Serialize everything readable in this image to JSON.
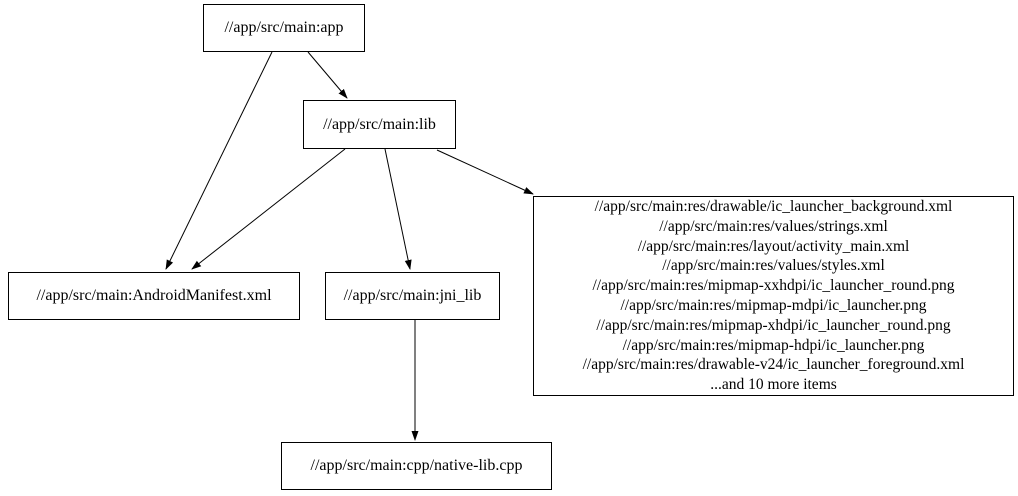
{
  "diagram": {
    "type": "dependency-graph",
    "background_color": "#ffffff",
    "node_fill_color": "#ffffff",
    "node_border_color": "#000000",
    "edge_color": "#000000",
    "text_color": "#000000"
  },
  "nodes": {
    "app": {
      "label": "//app/src/main:app"
    },
    "lib": {
      "label": "//app/src/main:lib"
    },
    "android_manifest": {
      "label": "//app/src/main:AndroidManifest.xml"
    },
    "jni_lib": {
      "label": "//app/src/main:jni_lib"
    },
    "res_group": {
      "lines": [
        "//app/src/main:res/drawable/ic_launcher_background.xml",
        "//app/src/main:res/values/strings.xml",
        "//app/src/main:res/layout/activity_main.xml",
        "//app/src/main:res/values/styles.xml",
        "//app/src/main:res/mipmap-xxhdpi/ic_launcher_round.png",
        "//app/src/main:res/mipmap-mdpi/ic_launcher.png",
        "//app/src/main:res/mipmap-xhdpi/ic_launcher_round.png",
        "//app/src/main:res/mipmap-hdpi/ic_launcher.png",
        "//app/src/main:res/drawable-v24/ic_launcher_foreground.xml",
        "...and 10 more items"
      ]
    },
    "native_lib": {
      "label": "//app/src/main:cpp/native-lib.cpp"
    }
  },
  "edges": [
    {
      "from": "app",
      "to": "lib"
    },
    {
      "from": "app",
      "to": "android_manifest"
    },
    {
      "from": "lib",
      "to": "android_manifest"
    },
    {
      "from": "lib",
      "to": "jni_lib"
    },
    {
      "from": "lib",
      "to": "res_group"
    },
    {
      "from": "jni_lib",
      "to": "native_lib"
    }
  ]
}
